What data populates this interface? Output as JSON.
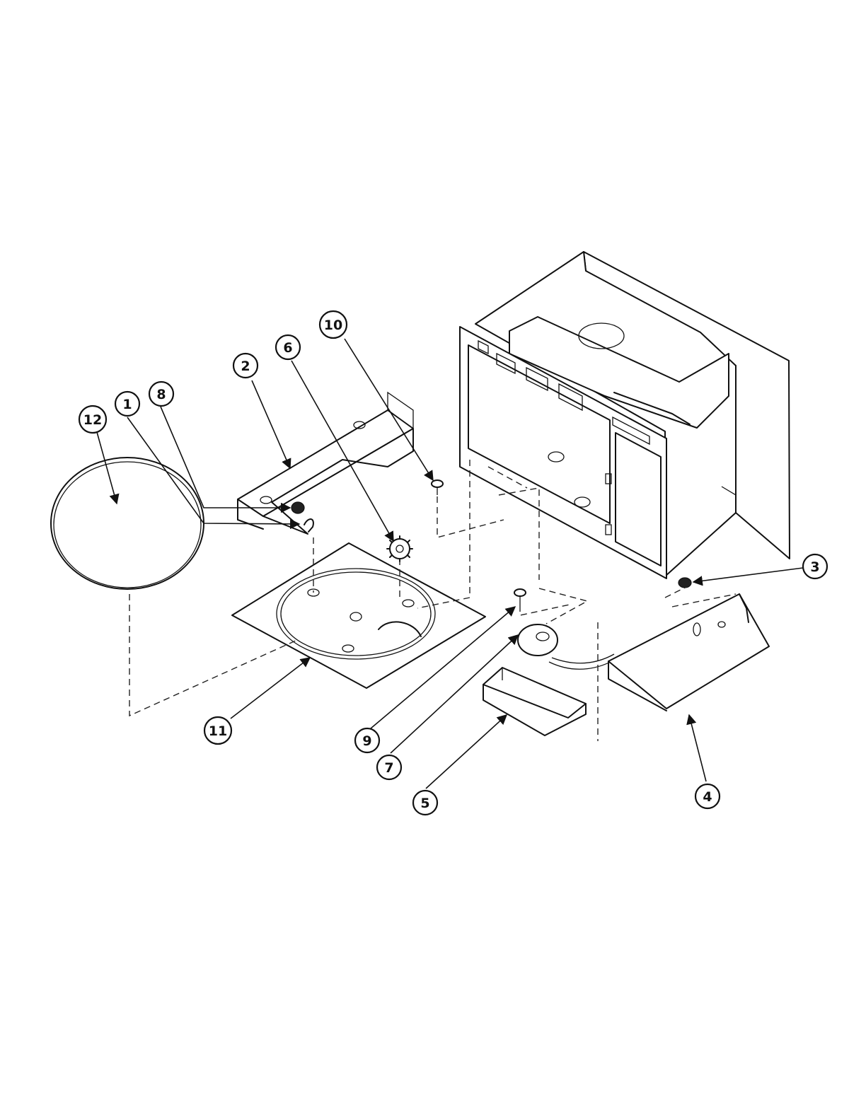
{
  "diagram": {
    "type": "exploded-parts-view",
    "callouts": [
      {
        "id": "1",
        "label": "1"
      },
      {
        "id": "2",
        "label": "2"
      },
      {
        "id": "3",
        "label": "3"
      },
      {
        "id": "4",
        "label": "4"
      },
      {
        "id": "5",
        "label": "5"
      },
      {
        "id": "6",
        "label": "6"
      },
      {
        "id": "7",
        "label": "7"
      },
      {
        "id": "8",
        "label": "8"
      },
      {
        "id": "9",
        "label": "9"
      },
      {
        "id": "10",
        "label": "10"
      },
      {
        "id": "11",
        "label": "11"
      },
      {
        "id": "12",
        "label": "12"
      }
    ]
  }
}
